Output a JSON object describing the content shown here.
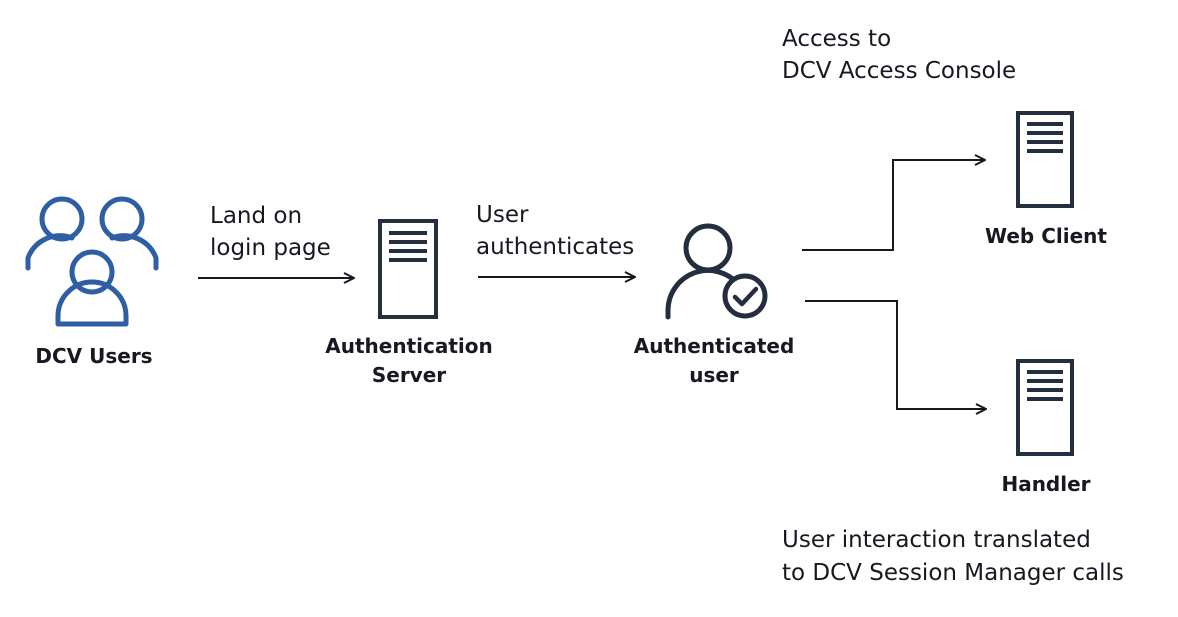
{
  "nodes": {
    "users": {
      "label": "DCV Users",
      "icon": "users-group-icon"
    },
    "auth_server": {
      "label_line1": "Authentication",
      "label_line2": "Server",
      "icon": "server-icon"
    },
    "auth_user": {
      "label_line1": "Authenticated",
      "label_line2": "user",
      "icon": "user-check-icon"
    },
    "web_client": {
      "label": "Web Client",
      "icon": "server-icon"
    },
    "handler": {
      "label": "Handler",
      "icon": "server-icon"
    }
  },
  "edges": {
    "land": {
      "line1": "Land on",
      "line2": "login page"
    },
    "auth": {
      "line1": "User",
      "line2": "authenticates"
    }
  },
  "annotations": {
    "access": {
      "line1": "Access to",
      "line2": "DCV Access Console"
    },
    "interaction": {
      "line1": "User interaction translated",
      "line2": "to DCV Session Manager calls"
    }
  },
  "colors": {
    "users_icon": "#2e5fa3",
    "dark": "#232f3e",
    "text": "#16191f"
  }
}
